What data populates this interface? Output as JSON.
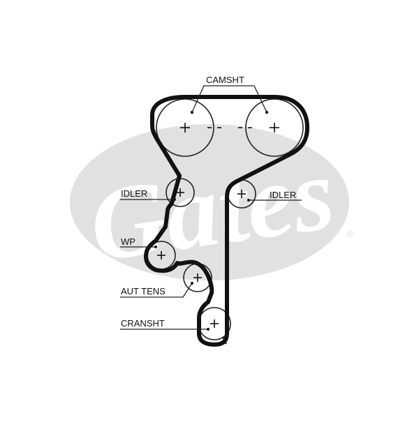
{
  "brand": {
    "name": "Gates",
    "registered_mark": "®",
    "logo_color": "#e1e1e1"
  },
  "colors": {
    "belt": "#111111",
    "line": "#222222",
    "background": "#ffffff"
  },
  "labels": {
    "camshaft": "CAMSHT",
    "idler_left": "IDLER",
    "idler_right": "IDLER",
    "water_pump": "WP",
    "auto_tensioner": "AUT TENS",
    "crankshaft": "CRANSHT"
  }
}
